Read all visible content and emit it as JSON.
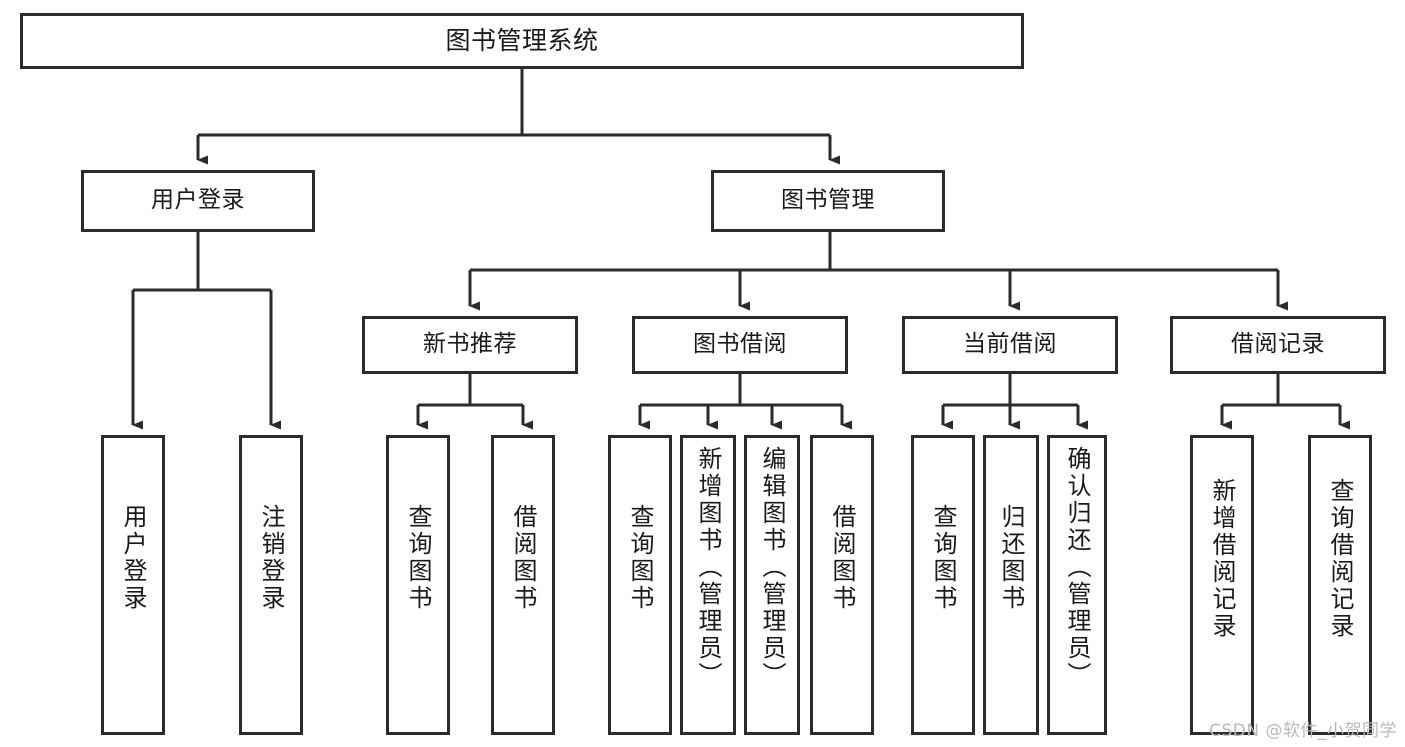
{
  "diagram": {
    "type": "tree",
    "title": "图书管理系统",
    "colors": {
      "border": "#2b2b2b",
      "background": "#ffffff",
      "text": "#1a1a1a",
      "watermark": "#b9b9b9"
    },
    "levels": {
      "root": "图书管理系统",
      "level2": [
        "用户登录",
        "图书管理"
      ],
      "level3": [
        "新书推荐",
        "图书借阅",
        "当前借阅",
        "借阅记录"
      ]
    },
    "nodes": {
      "root": "图书管理系统",
      "user_login": "用户登录",
      "book_manage": "图书管理",
      "new_book_rec": "新书推荐",
      "book_borrow": "图书借阅",
      "current_borrow": "当前借阅",
      "borrow_record": "借阅记录",
      "leaf_user_login": "用户登录",
      "leaf_user_logout": "注销登录",
      "leaf_query_book_1": "查询图书",
      "leaf_borrow_book_1": "借阅图书",
      "leaf_query_book_2": "查询图书",
      "leaf_add_book": "新增图书（管理员）",
      "leaf_edit_book": "编辑图书（管理员）",
      "leaf_borrow_book_2": "借阅图书",
      "leaf_query_book_3": "查询图书",
      "leaf_return_book": "归还图书",
      "leaf_confirm_return": "确认归还（管理员）",
      "leaf_add_record": "新增借阅记录",
      "leaf_query_record": "查询借阅记录"
    }
  },
  "watermark": {
    "text": "CSDN @软件_小贺同学"
  }
}
